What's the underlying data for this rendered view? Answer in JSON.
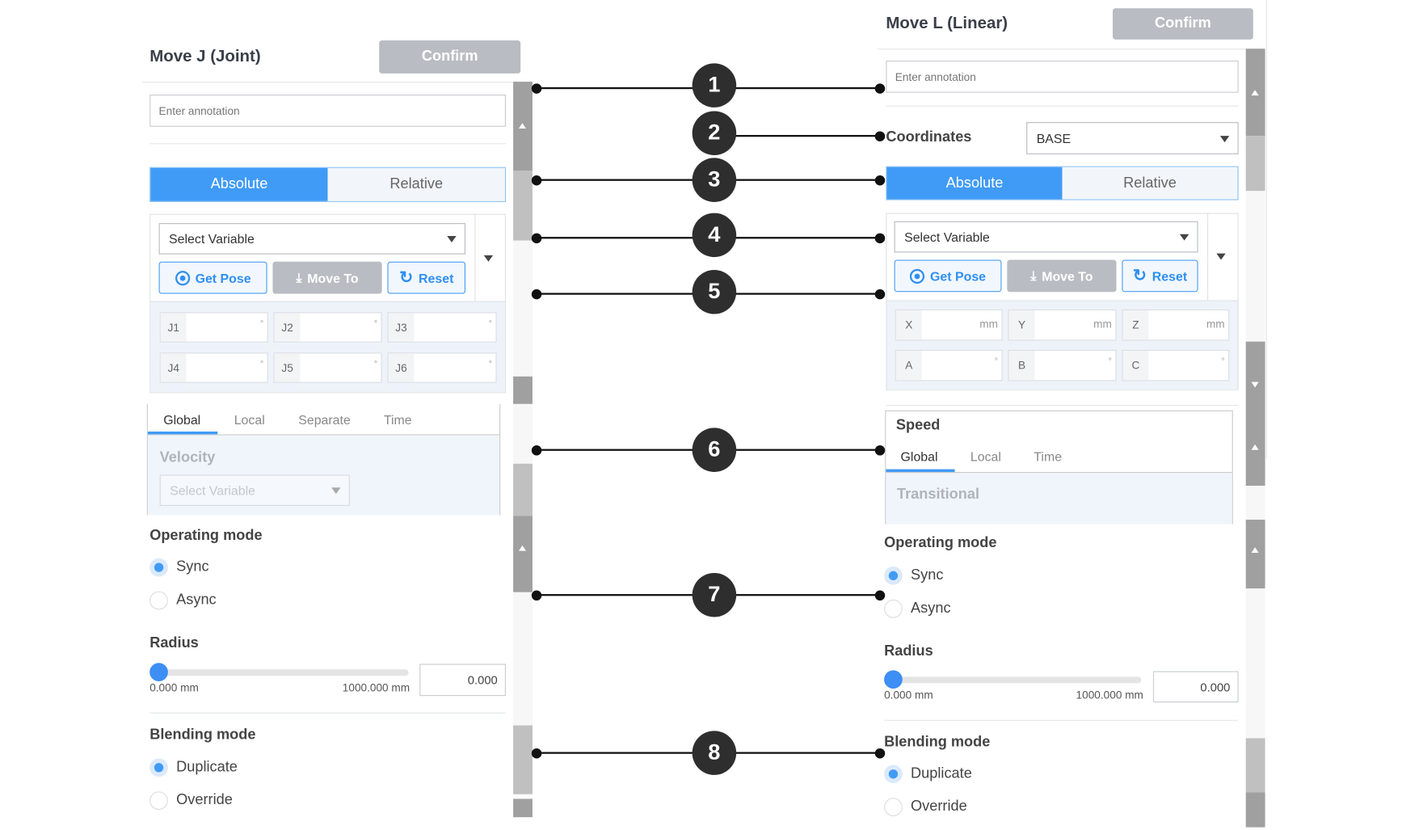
{
  "left_panel": {
    "title": "Move J (Joint)",
    "confirm": "Confirm",
    "annotation_placeholder": "Enter annotation",
    "mode_tabs": [
      "Absolute",
      "Relative"
    ],
    "select_variable": "Select Variable",
    "buttons": {
      "get_pose": "Get Pose",
      "move_to": "Move To",
      "reset": "Reset"
    },
    "joints": [
      {
        "label": "J1",
        "unit": "°"
      },
      {
        "label": "J2",
        "unit": "°"
      },
      {
        "label": "J3",
        "unit": "°"
      },
      {
        "label": "J4",
        "unit": "°"
      },
      {
        "label": "J5",
        "unit": "°"
      },
      {
        "label": "J6",
        "unit": "°"
      }
    ],
    "speed_tabs": [
      "Global",
      "Local",
      "Separate",
      "Time"
    ],
    "velocity_label": "Velocity",
    "velocity_select": "Select Variable",
    "operating_mode": {
      "label": "Operating mode",
      "options": [
        "Sync",
        "Async"
      ],
      "selected": "Sync"
    },
    "radius": {
      "label": "Radius",
      "min": "0.000 mm",
      "max": "1000.000 mm",
      "value": "0.000",
      "fraction": 0
    },
    "blending_mode": {
      "label": "Blending mode",
      "options": [
        "Duplicate",
        "Override"
      ],
      "selected": "Duplicate"
    }
  },
  "right_panel": {
    "title": "Move L (Linear)",
    "confirm": "Confirm",
    "annotation_placeholder": "Enter annotation",
    "coordinates_label": "Coordinates",
    "coordinates_value": "BASE",
    "mode_tabs": [
      "Absolute",
      "Relative"
    ],
    "select_variable": "Select Variable",
    "buttons": {
      "get_pose": "Get Pose",
      "move_to": "Move To",
      "reset": "Reset"
    },
    "axes": [
      {
        "label": "X",
        "unit": "mm"
      },
      {
        "label": "Y",
        "unit": "mm"
      },
      {
        "label": "Z",
        "unit": "mm"
      },
      {
        "label": "A",
        "unit": "°"
      },
      {
        "label": "B",
        "unit": "°"
      },
      {
        "label": "C",
        "unit": "°"
      }
    ],
    "speed_label": "Speed",
    "speed_tabs": [
      "Global",
      "Local",
      "Time"
    ],
    "transitional_label": "Transitional",
    "operating_mode": {
      "label": "Operating mode",
      "options": [
        "Sync",
        "Async"
      ],
      "selected": "Sync"
    },
    "radius": {
      "label": "Radius",
      "min": "0.000 mm",
      "max": "1000.000 mm",
      "value": "0.000",
      "fraction": 0
    },
    "blending_mode": {
      "label": "Blending mode",
      "options": [
        "Duplicate",
        "Override"
      ],
      "selected": "Duplicate"
    }
  },
  "callouts": [
    "1",
    "2",
    "3",
    "4",
    "5",
    "6",
    "7",
    "8"
  ],
  "colors": {
    "accent": "#409bf6",
    "disabled_button": "#b9bcc2",
    "callout": "#2e2e2e"
  }
}
